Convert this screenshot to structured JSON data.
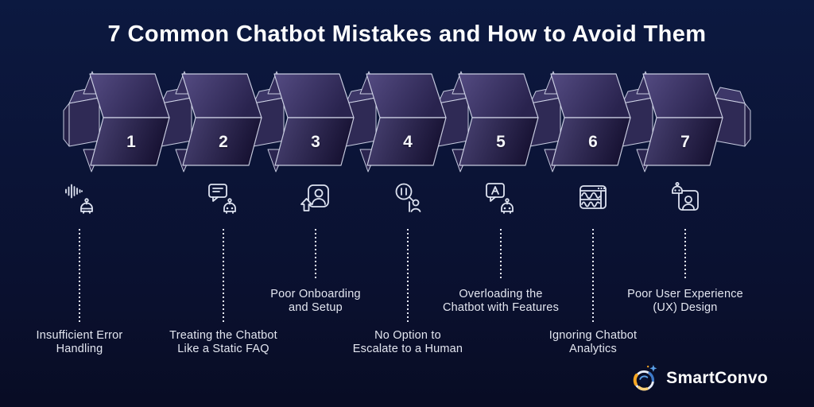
{
  "title": "7 Common Chatbot Mistakes and How to Avoid Them",
  "steps": [
    {
      "number": "1",
      "icon": "chat-faq-icon",
      "label_lines": [
        "Treating the Chatbot",
        "Like a Static FAQ"
      ],
      "label_row": "top"
    },
    {
      "number": "2",
      "icon": "onboarding-icon",
      "label_lines": [
        "Poor Onboarding",
        "and Setup"
      ],
      "label_row": "bottom"
    },
    {
      "number": "3",
      "icon": "escalate-human-icon",
      "label_lines": [
        "No Option to",
        "Escalate to a Human"
      ],
      "label_row": "top"
    },
    {
      "number": "4",
      "icon": "overload-features-icon",
      "label_lines": [
        "Overloading the",
        "Chatbot with Features"
      ],
      "label_row": "bottom"
    },
    {
      "number": "5",
      "icon": "analytics-icon",
      "label_lines": [
        "Ignoring Chatbot",
        "Analytics"
      ],
      "label_row": "top"
    },
    {
      "number": "6",
      "icon": "ux-design-icon",
      "label_lines": [
        "Poor User Experience",
        "(UX) Design"
      ],
      "label_row": "bottom"
    },
    {
      "number": "7",
      "icon": "error-handling-icon",
      "label_lines": [
        "Insufficient Error",
        "Handling"
      ],
      "label_row": "top"
    }
  ],
  "logo": {
    "text": "SmartConvo"
  },
  "colors": {
    "background_top": "#0c1940",
    "background_bottom": "#080c24",
    "block_face_light": "#4a4374",
    "block_face_dark": "#171233",
    "block_top_light": "#544b82",
    "block_top_dark": "#29234e",
    "outline": "#d9def0",
    "label_text": "#e3e6f0",
    "logo_orange": "#f6a623",
    "logo_blue": "#3b78c9"
  }
}
